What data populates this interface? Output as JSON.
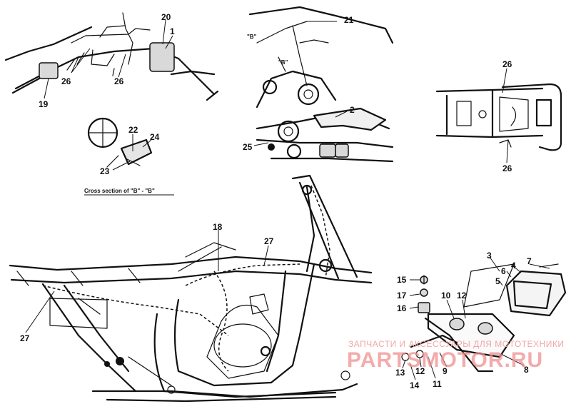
{
  "diagram": {
    "caption": "Cross section of \"B\" - \"B\"",
    "section_marker_1": "\"B\"",
    "section_marker_2": "\"B\"",
    "callouts": {
      "c1": "1",
      "c20": "20",
      "c26a": "26",
      "c26b": "26",
      "c19": "19",
      "c22": "22",
      "c24": "24",
      "c23": "23",
      "c21": "21",
      "c2": "2",
      "c25": "25",
      "c26c": "26",
      "c26d": "26",
      "c18": "18",
      "c27a": "27",
      "c27b": "27",
      "c3": "3",
      "c7": "7",
      "c4": "4",
      "c6": "6",
      "c5": "5",
      "c15": "15",
      "c17": "17",
      "c16": "16",
      "c10": "10",
      "c12a": "12",
      "c13": "13",
      "c12b": "12",
      "c9": "9",
      "c8": "8",
      "c14": "14",
      "c11": "11"
    }
  },
  "watermark": {
    "line1": "ЗАПЧАСТИ И АКСЕССУАРЫ ДЛЯ МОТОТЕХНИКИ",
    "line2": "PARTSMOTOR.RU"
  }
}
